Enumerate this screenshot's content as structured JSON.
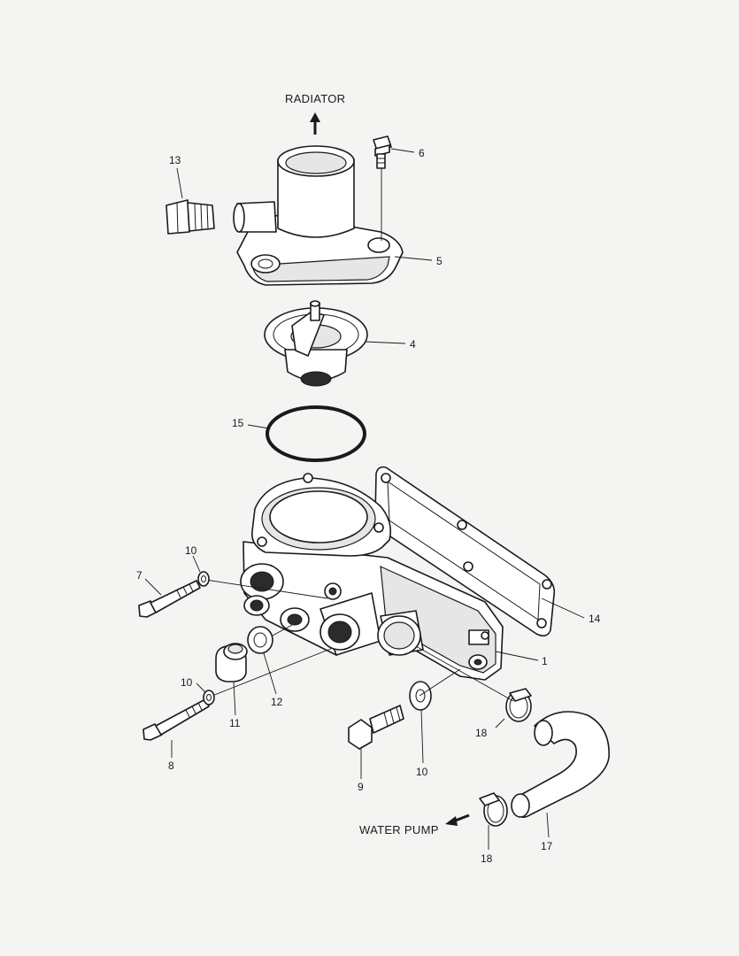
{
  "labels": {
    "radiator": "RADIATOR",
    "water_pump": "WATER PUMP"
  },
  "callouts": {
    "c1": "1",
    "c4": "4",
    "c5": "5",
    "c6": "6",
    "c7": "7",
    "c8": "8",
    "c9": "9",
    "c10a": "10",
    "c10b": "10",
    "c10c": "10",
    "c11": "11",
    "c12": "12",
    "c13": "13",
    "c14": "14",
    "c15": "15",
    "c17": "17",
    "c18a": "18",
    "c18b": "18"
  },
  "colors": {
    "background": "#f4f4f2",
    "line": "#1a1a1a"
  }
}
